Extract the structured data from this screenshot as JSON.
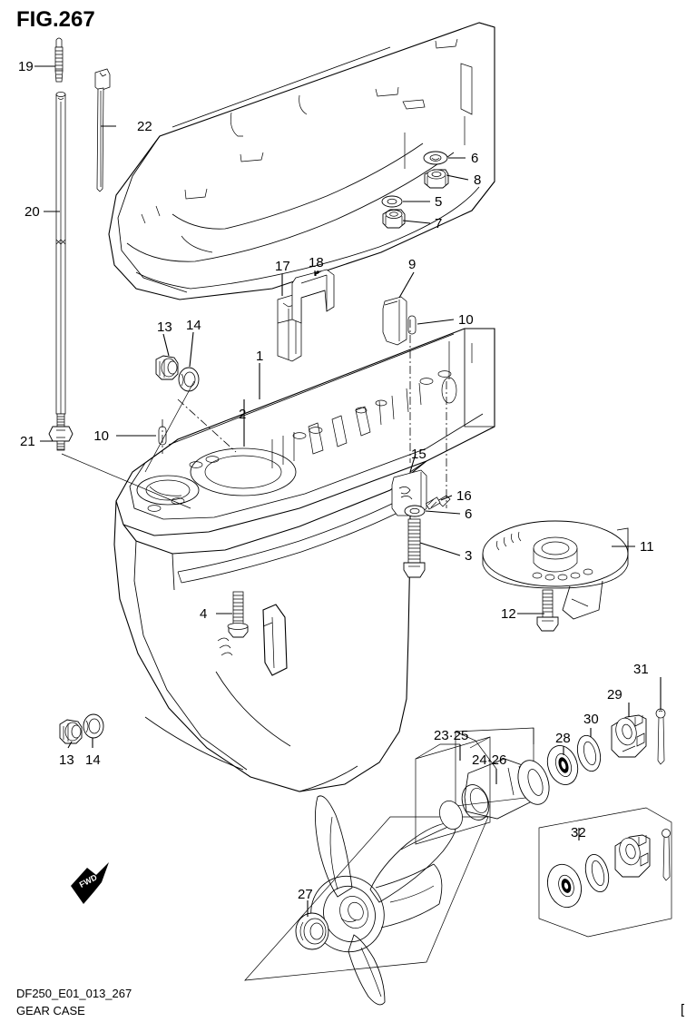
{
  "sheet": {
    "title": "FIG.267",
    "footer_code": "DF250_E01_013_267",
    "footer_name": "GEAR CASE",
    "edge_mark": "[",
    "direction_marker": "FWD"
  },
  "callouts": [
    {
      "id": "c19",
      "label": "19"
    },
    {
      "id": "c22",
      "label": "22"
    },
    {
      "id": "c20",
      "label": "20"
    },
    {
      "id": "c21",
      "label": "21"
    },
    {
      "id": "c6a",
      "label": "6"
    },
    {
      "id": "c8",
      "label": "8"
    },
    {
      "id": "c5",
      "label": "5"
    },
    {
      "id": "c7",
      "label": "7"
    },
    {
      "id": "c17",
      "label": "17"
    },
    {
      "id": "c18",
      "label": "18"
    },
    {
      "id": "c9",
      "label": "9"
    },
    {
      "id": "c10a",
      "label": "10"
    },
    {
      "id": "c13a",
      "label": "13"
    },
    {
      "id": "c14a",
      "label": "14"
    },
    {
      "id": "c1",
      "label": "1"
    },
    {
      "id": "c2",
      "label": "2"
    },
    {
      "id": "c10b",
      "label": "10"
    },
    {
      "id": "c15",
      "label": "15"
    },
    {
      "id": "c16",
      "label": "16"
    },
    {
      "id": "c6b",
      "label": "6"
    },
    {
      "id": "c3",
      "label": "3"
    },
    {
      "id": "c11",
      "label": "11"
    },
    {
      "id": "c12",
      "label": "12"
    },
    {
      "id": "c4",
      "label": "4"
    },
    {
      "id": "c13b",
      "label": "13"
    },
    {
      "id": "c14b",
      "label": "14"
    },
    {
      "id": "c2325",
      "label": "23·25"
    },
    {
      "id": "c2426",
      "label": "24·26"
    },
    {
      "id": "c28",
      "label": "28"
    },
    {
      "id": "c30",
      "label": "30"
    },
    {
      "id": "c29",
      "label": "29"
    },
    {
      "id": "c31",
      "label": "31"
    },
    {
      "id": "c32",
      "label": "32"
    },
    {
      "id": "c27",
      "label": "27"
    }
  ],
  "colors": {
    "line": "#000000",
    "fill": "#ffffff",
    "background": "#ffffff"
  }
}
